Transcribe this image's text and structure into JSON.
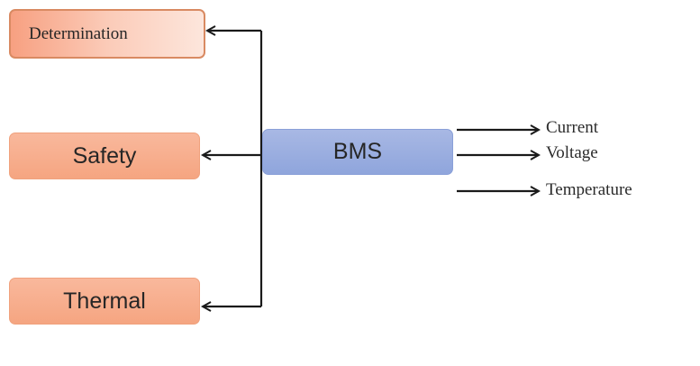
{
  "center_node": {
    "label": "BMS",
    "color": "#97abe0"
  },
  "left_nodes": [
    {
      "label": "Determination",
      "color": "#f9b89c"
    },
    {
      "label": "Safety",
      "color": "#f9b89c"
    },
    {
      "label": "Thermal",
      "color": "#f9b89c"
    }
  ],
  "inputs": [
    {
      "label": "Current"
    },
    {
      "label": "Voltage"
    },
    {
      "label": "Temperature"
    }
  ]
}
